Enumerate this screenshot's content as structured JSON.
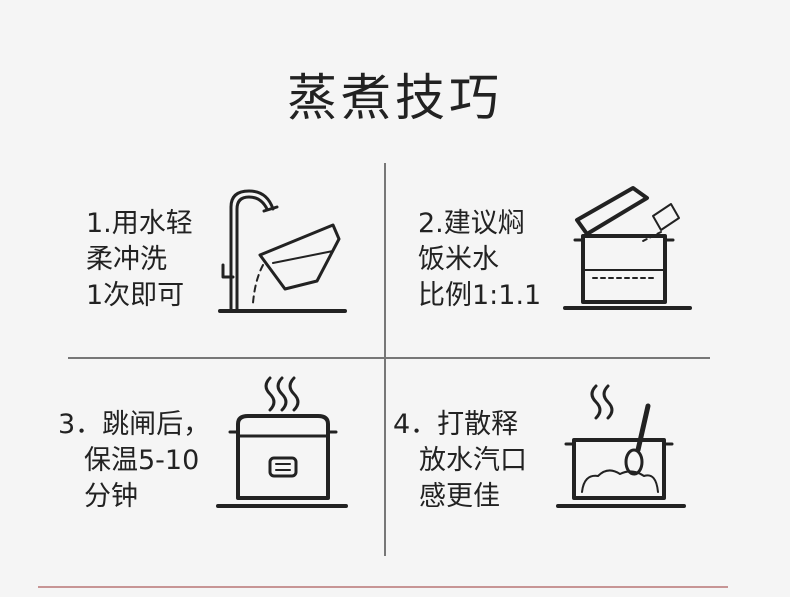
{
  "title": "蒸煮技巧",
  "steps": [
    {
      "lines": [
        "1.用水轻",
        "柔冲洗",
        "1次即可"
      ]
    },
    {
      "lines": [
        "2.建议焖",
        "饭米水",
        "比例1:1.1"
      ]
    },
    {
      "lines": [
        "3．跳闸后，",
        "保温5-10",
        "分钟"
      ]
    },
    {
      "lines": [
        "4．打散释",
        "放水汽口",
        "感更佳"
      ]
    }
  ],
  "icons": [
    "faucet-rinse-icon",
    "pot-measuring-water-icon",
    "rice-cooker-steam-icon",
    "stirring-rice-pot-icon"
  ]
}
